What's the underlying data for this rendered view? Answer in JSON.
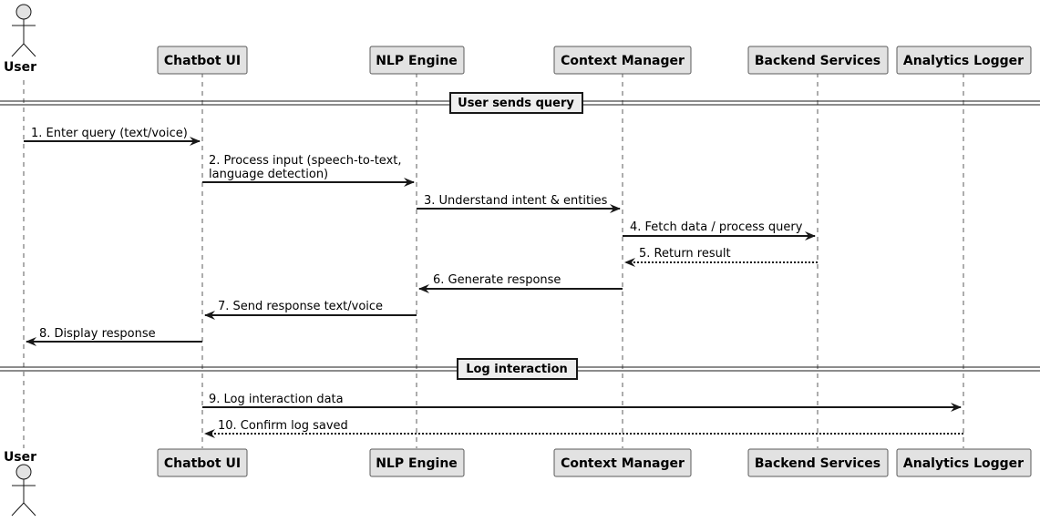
{
  "diagram": {
    "type": "sequence",
    "colors": {
      "participant_fill": "#e2e2e2",
      "participant_stroke": "#5b5b5b",
      "arrow": "#181818",
      "lifeline": "#5b5b5b",
      "divider_fill": "#eeeeee"
    },
    "actor": {
      "label": "User",
      "icon": "stick-figure-actor-icon"
    },
    "participants": [
      {
        "id": "chatbot",
        "label": "Chatbot UI"
      },
      {
        "id": "nlp",
        "label": "NLP Engine"
      },
      {
        "id": "context",
        "label": "Context Manager"
      },
      {
        "id": "backend",
        "label": "Backend Services"
      },
      {
        "id": "analytics",
        "label": "Analytics Logger"
      }
    ],
    "sections": [
      {
        "label": "User sends query"
      },
      {
        "label": "Log interaction"
      }
    ],
    "messages": [
      {
        "from": "user",
        "to": "chatbot",
        "style": "solid",
        "lines": [
          "1. Enter query (text/voice)"
        ]
      },
      {
        "from": "chatbot",
        "to": "nlp",
        "style": "solid",
        "lines": [
          "2. Process input (speech-to-text,",
          "language detection)"
        ]
      },
      {
        "from": "nlp",
        "to": "context",
        "style": "solid",
        "lines": [
          "3. Understand intent & entities"
        ]
      },
      {
        "from": "context",
        "to": "backend",
        "style": "solid",
        "lines": [
          "4. Fetch data / process query"
        ]
      },
      {
        "from": "backend",
        "to": "context",
        "style": "dotted",
        "lines": [
          "5. Return result"
        ]
      },
      {
        "from": "context",
        "to": "nlp",
        "style": "solid",
        "lines": [
          "6. Generate response"
        ]
      },
      {
        "from": "nlp",
        "to": "chatbot",
        "style": "solid",
        "lines": [
          "7. Send response text/voice"
        ]
      },
      {
        "from": "chatbot",
        "to": "user",
        "style": "solid",
        "lines": [
          "8. Display response"
        ]
      },
      {
        "from": "chatbot",
        "to": "analytics",
        "style": "solid",
        "lines": [
          "9. Log interaction data"
        ]
      },
      {
        "from": "analytics",
        "to": "chatbot",
        "style": "dotted",
        "lines": [
          "10. Confirm log saved"
        ]
      }
    ]
  }
}
